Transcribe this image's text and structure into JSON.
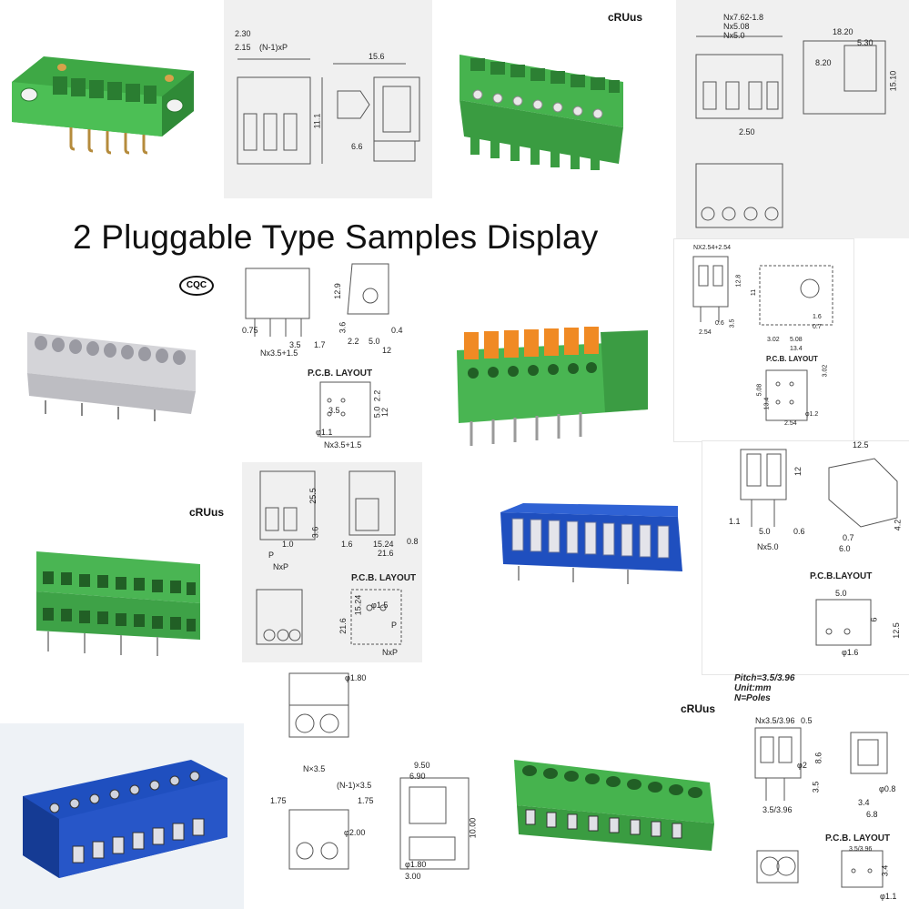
{
  "title": "2 Pluggable Type Samples Display",
  "certs": {
    "ul1": "cRUus",
    "ul2": "cRUus",
    "ul3": "cRUus",
    "cqc": "CQC"
  },
  "drawing1": {
    "d1": "2.30",
    "d2": "2.15",
    "d3": "(N-1)xP",
    "d4": "15.6",
    "d5": "11.1",
    "d6": "6.6"
  },
  "drawing2": {
    "d1": "Nx7.62-1.8",
    "d2": "Nx5.08",
    "d3": "Nx5.0",
    "d4": "18.20",
    "d5": "5.30",
    "d6": "8.20",
    "d7": "15.10",
    "d8": "2.50"
  },
  "drawing3": {
    "d1": "12.9",
    "d2": "3.6",
    "d3": "2.2",
    "d4": "5.0",
    "d5": "0.4",
    "d6": "12",
    "d7": "0.75",
    "d8": "3.5",
    "d9": "1.7",
    "d10": "Nx3.5+1.5",
    "layout": "P.C.B. LAYOUT",
    "l1": "3.5",
    "l2": "2.2",
    "l3": "5.0",
    "l4": "12",
    "l5": "φ1.1",
    "l6": "Nx3.5+1.5"
  },
  "drawing4": {
    "d1": "NX2.54+2.54",
    "d2": "12.8",
    "d3": "11",
    "d4": "3.5",
    "d5": "0.6",
    "d6": "2.54",
    "d7": "3.02",
    "d8": "5.08",
    "d9": "13.4",
    "d10": "0.7",
    "d11": "1.6",
    "layout": "P.C.B. LAYOUT",
    "l1": "3.02",
    "l2": "5.08",
    "l3": "13.4",
    "l4": "2.54",
    "l5": "φ1.2"
  },
  "drawing5": {
    "d1": "25.5",
    "d2": "3.6",
    "d3": "1.0",
    "d4": "P",
    "d5": "NxP",
    "d6": "1.6",
    "d7": "15.24",
    "d8": "21.6",
    "d9": "0.8",
    "layout": "P.C.B. LAYOUT",
    "l1": "φ1.5",
    "l2": "15.24",
    "l3": "21.6",
    "l4": "P",
    "l5": "NxP"
  },
  "drawing6": {
    "d1": "12.5",
    "d2": "12",
    "d3": "1.1",
    "d4": "5.0",
    "d5": "0.6",
    "d6": "Nx5.0",
    "d7": "0.7",
    "d8": "6.0",
    "d9": "4.2",
    "layout": "P.C.B.LAYOUT",
    "l1": "5.0",
    "l2": "6",
    "l3": "12.5",
    "l4": "φ1.6"
  },
  "drawing7": {
    "d1": "φ1.80",
    "d2": "N×3.5",
    "d3": "(N-1)×3.5",
    "d4": "1.75",
    "d5": "1.75",
    "d6": "φ2.00",
    "d7": "9.50",
    "d8": "6.90",
    "d9": "10.00",
    "d10": "φ1.80",
    "d11": "3.00"
  },
  "drawing8": {
    "n1": "Pitch=3.5/3.96",
    "n2": "Unit:mm",
    "n3": "N=Poles",
    "d1": "Nx3.5/3.96",
    "d2": "0.5",
    "d3": "φ2",
    "d4": "8.6",
    "d5": "3.5",
    "d6": "3.5/3.96",
    "d7": "φ0.8",
    "d8": "3.4",
    "d9": "6.8",
    "layout": "P.C.B.  LAYOUT",
    "l1": "3.5/3.96",
    "l2": "3.4",
    "l3": "φ1.1"
  },
  "colors": {
    "green": "#3cb043",
    "green_dark": "#2a8a33",
    "blue": "#1f4fbf",
    "orange": "#f08a24",
    "grey": "#c8c8cc"
  }
}
